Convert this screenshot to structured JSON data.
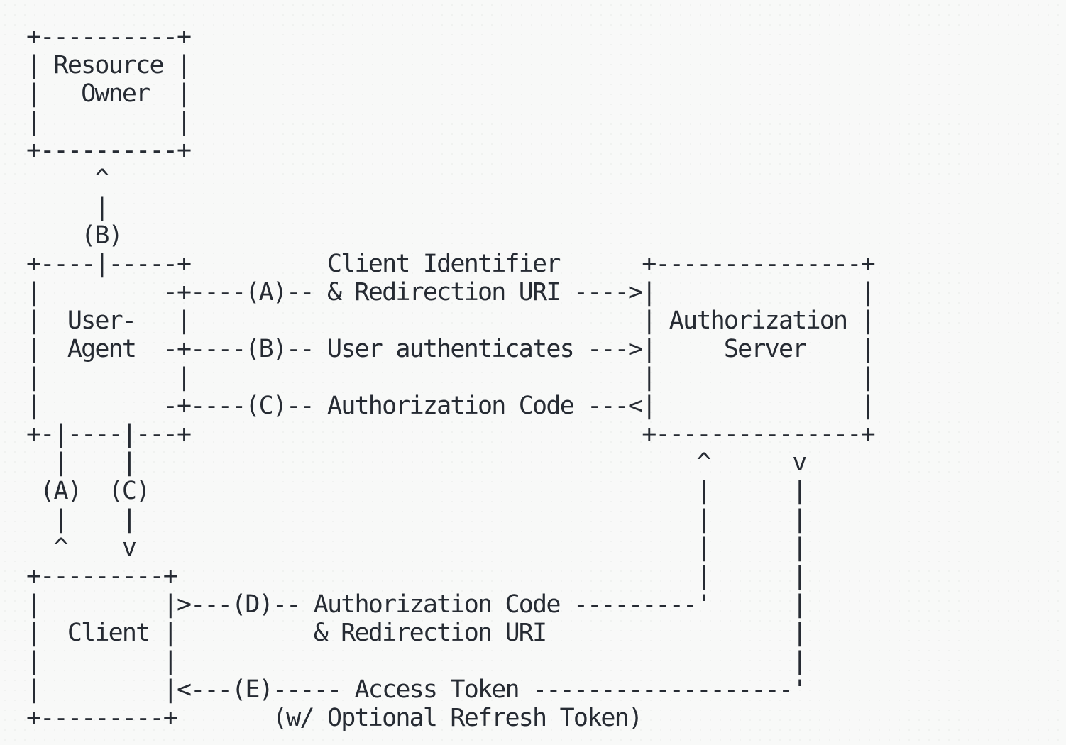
{
  "page": {
    "background_color": "#f8f9f8",
    "text_color": "#262b33"
  },
  "diagram": {
    "kind": "ascii-flow-diagram",
    "nodes": [
      {
        "label": "Resource Owner"
      },
      {
        "label": "User-Agent"
      },
      {
        "label": "Authorization Server"
      },
      {
        "label": "Client"
      }
    ],
    "steps": [
      {
        "id": "(A)",
        "label": "Client Identifier & Redirection URI"
      },
      {
        "id": "(B)",
        "label": "User authenticates"
      },
      {
        "id": "(C)",
        "label": "Authorization Code"
      },
      {
        "id": "(D)",
        "label": "Authorization Code & Redirection URI"
      },
      {
        "id": "(E)",
        "label": "Access Token (w/ Optional Refresh Token)"
      }
    ],
    "lines": [
      "+----------+",
      "| Resource |",
      "|   Owner  |",
      "|          |",
      "+----------+",
      "     ^",
      "     |",
      "    (B)",
      "+----|-----+          Client Identifier      +---------------+",
      "|         -+----(A)-- & Redirection URI ---->|               |",
      "|  User-   |                                 | Authorization |",
      "|  Agent  -+----(B)-- User authenticates --->|     Server    |",
      "|          |                                 |               |",
      "|         -+----(C)-- Authorization Code ---<|               |",
      "+-|----|---+                                 +---------------+",
      "  |    |                                         ^      v",
      " (A)  (C)                                        |      |",
      "  |    |                                         |      |",
      "  ^    v                                         |      |",
      "+---------+                                      |      |",
      "|         |>---(D)-- Authorization Code ---------'      |",
      "|  Client |          & Redirection URI                  |",
      "|         |                                             |",
      "|         |<---(E)----- Access Token -------------------'",
      "+---------+       (w/ Optional Refresh Token)"
    ]
  }
}
